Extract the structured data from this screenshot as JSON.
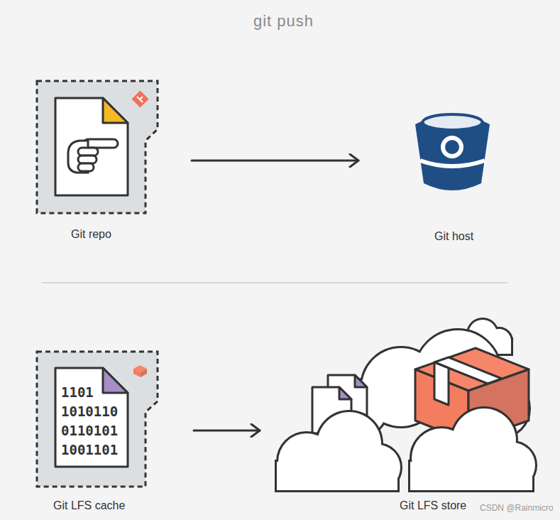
{
  "diagram": {
    "title": "git push",
    "nodes": [
      {
        "text": [
          "Git repo"
        ]
      },
      {
        "text": [
          "Git host"
        ]
      },
      {
        "text": [
          "Git LFS cache"
        ]
      },
      {
        "text": [
          "Git LFS store"
        ]
      }
    ],
    "edges": [
      {
        "from": 0,
        "to": 1,
        "arrow": "to"
      },
      {
        "from": 2,
        "to": 3,
        "arrow": "to"
      }
    ],
    "labels": [
      "1101",
      "1010110",
      "0110101",
      "1001101",
      "CSDN @Rainmicro"
    ]
  }
}
